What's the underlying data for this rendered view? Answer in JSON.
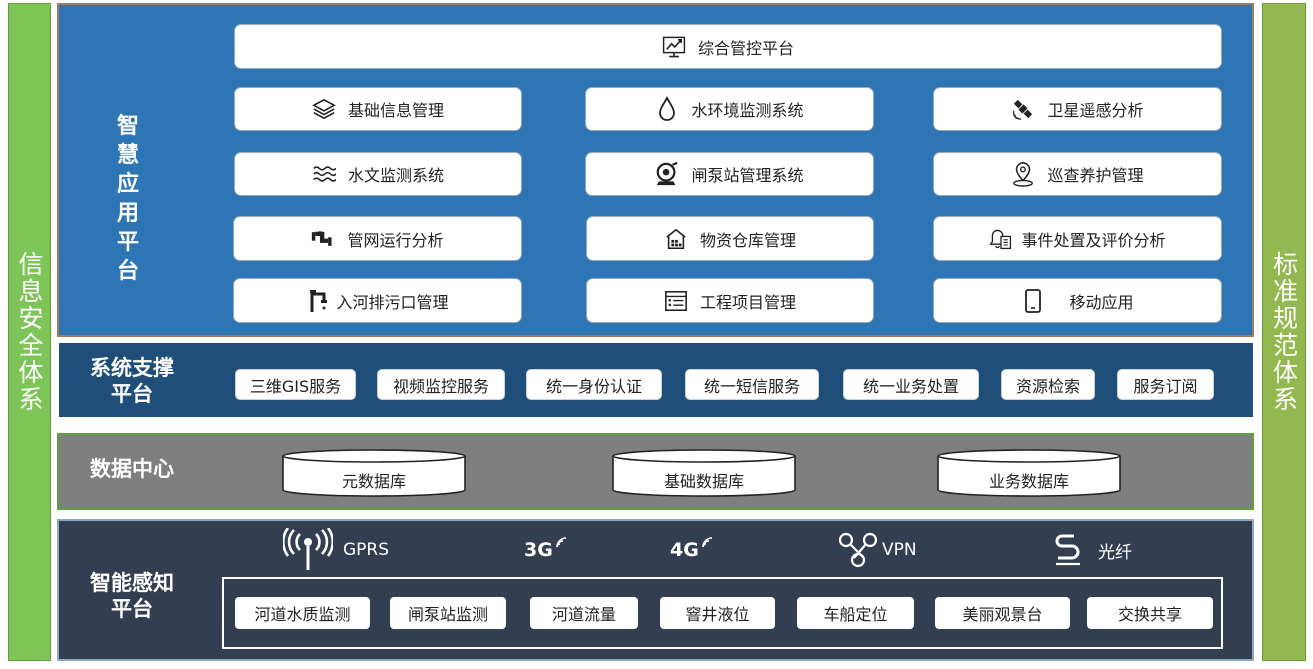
{
  "left_sidebar": {
    "label": "信息安全体系"
  },
  "right_sidebar": {
    "label": "标准规范体系"
  },
  "app_platform": {
    "label": "智慧应用平台",
    "top_bar": {
      "label": "综合管控平台",
      "icon": "chart-monitor-icon"
    },
    "modules": [
      {
        "label": "基础信息管理",
        "icon": "layers-icon"
      },
      {
        "label": "水环境监测系统",
        "icon": "water-drop-icon"
      },
      {
        "label": "卫星遥感分析",
        "icon": "satellite-icon"
      },
      {
        "label": "水文监测系统",
        "icon": "waves-icon"
      },
      {
        "label": "闸泵站管理系统",
        "icon": "pump-station-icon"
      },
      {
        "label": "巡查养护管理",
        "icon": "location-pin-icon"
      },
      {
        "label": "管网运行分析",
        "icon": "pipe-icon"
      },
      {
        "label": "物资仓库管理",
        "icon": "warehouse-icon"
      },
      {
        "label": "事件处置及评价分析",
        "icon": "alarm-document-icon"
      },
      {
        "label": "入河排污口管理",
        "icon": "outfall-icon"
      },
      {
        "label": "工程项目管理",
        "icon": "list-icon"
      },
      {
        "label": "移动应用",
        "icon": "mobile-phone-icon"
      }
    ]
  },
  "support_platform": {
    "label": "系统支撑\n平台",
    "services": [
      "三维GIS服务",
      "视频监控服务",
      "统一身份认证",
      "统一短信服务",
      "统一业务处置",
      "资源检索",
      "服务订阅"
    ]
  },
  "data_center": {
    "label": "数据中心",
    "databases": [
      "元数据库",
      "基础数据库",
      "业务数据库"
    ]
  },
  "sensing_platform": {
    "label": "智能感知\n平台",
    "networks": [
      {
        "label": "GPRS",
        "icon": "antenna-icon"
      },
      {
        "label": "3G",
        "icon": "3g-signal-icon"
      },
      {
        "label": "4G",
        "icon": "4g-signal-icon"
      },
      {
        "label": "VPN",
        "icon": "vpn-icon"
      },
      {
        "label": "光纤",
        "icon": "fiber-icon"
      }
    ],
    "items": [
      "河道水质监测",
      "闸泵站监测",
      "河道流量",
      "窨井液位",
      "车船定位",
      "美丽观景台",
      "交换共享"
    ]
  },
  "colors": {
    "app_bg": "#2e75b6",
    "support_bg": "#1f4e79",
    "data_bg": "#7f7f7f",
    "sense_bg": "#333f50",
    "left_sidebar": "#7ec557",
    "right_sidebar": "#94b850"
  }
}
